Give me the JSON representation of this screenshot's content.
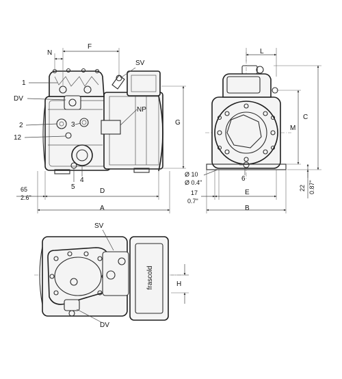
{
  "labels": {
    "N": "N",
    "F": "F",
    "SV": "SV",
    "one": "1",
    "DV": "DV",
    "NP": "NP",
    "two": "2",
    "three": "3",
    "twelve": "12",
    "five": "5",
    "four": "4",
    "G": "G",
    "D": "D",
    "A": "A",
    "mm65": "65",
    "in26": "2.6\"",
    "L": "L",
    "C": "C",
    "M": "M",
    "six": "6",
    "dia10": "Ø 10",
    "dia04": "Ø 0.4\"",
    "mm17": "17",
    "in07": "0.7\"",
    "E": "E",
    "B": "B",
    "mm22": "22",
    "in087": "0.87\"",
    "SV_bottom": "SV",
    "DV_bottom": "DV",
    "H": "H",
    "brand": "frascold"
  }
}
